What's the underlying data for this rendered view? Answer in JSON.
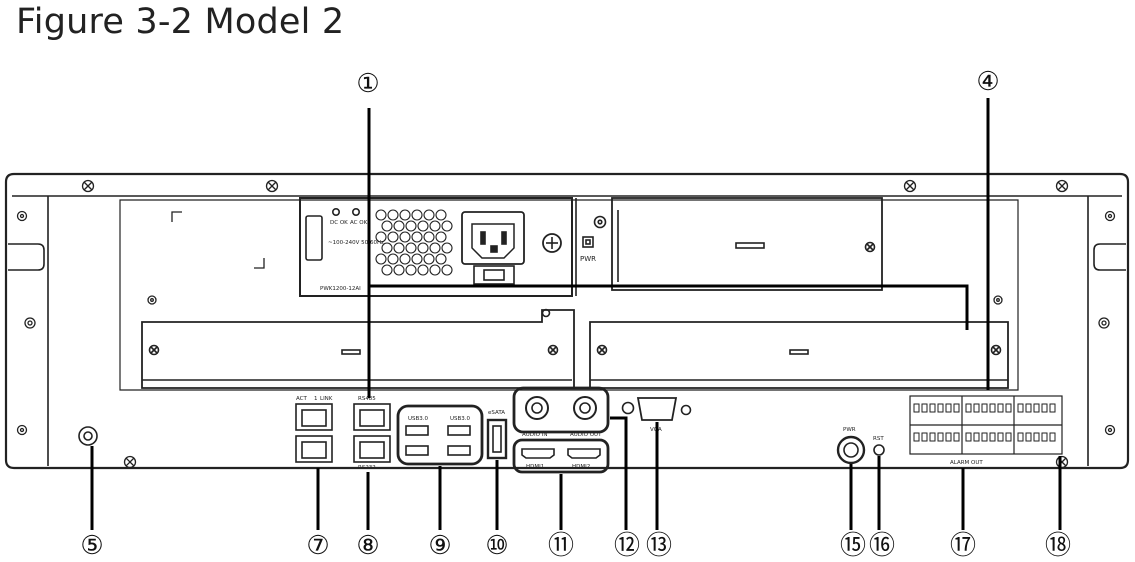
{
  "figure": {
    "title": "Figure 3-2 Model 2"
  },
  "callouts": [
    "①",
    "④",
    "⑤",
    "⑦",
    "⑧",
    "⑨",
    "⑩",
    "⑪",
    "⑫",
    "⑬",
    "⑮",
    "⑯",
    "⑰",
    "⑱"
  ],
  "labels": {
    "psu_ac_ok": "AC\nOK",
    "psu_dc_ok": "DC\nOK",
    "psu_rating": "~100-240V\n50/60Hz",
    "psu_model": "PWK1200-12AI",
    "pwr": "PWR",
    "act": "ACT",
    "one": "1",
    "link": "LINK",
    "rs485": "RS485",
    "rs232": "RS232",
    "usb_left": "USB3.0",
    "usb_right": "USB3.0",
    "esata": "eSATA",
    "audio_in": "AUDIO IN",
    "audio_out": "AUDIO OUT",
    "hdmi1": "HDMI1",
    "hdmi2": "HDMI2",
    "vga": "VGA",
    "pwr_switch": "PWR",
    "rst": "RST",
    "alarm_out": "ALARM OUT"
  }
}
